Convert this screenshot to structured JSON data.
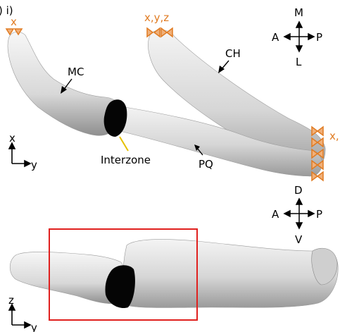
{
  "panel_label": ") i)",
  "labels": {
    "mc": "MC",
    "ch": "CH",
    "interzone": "Interzone",
    "pq": "PQ",
    "x_mark": "x",
    "xyz_mark": "x,y,z",
    "x_right": "x,"
  },
  "compass_top": {
    "up": "M",
    "down": "L",
    "left": "A",
    "right": "P"
  },
  "compass_bottom": {
    "up": "D",
    "down": "V",
    "left": "A",
    "right": "P"
  },
  "axes_top": {
    "vertical": "x",
    "horizontal": "y"
  },
  "axes_bottom": {
    "vertical": "z",
    "horizontal": "y"
  },
  "colors": {
    "accent": "#e07b22",
    "highlight_box": "#e0201e",
    "bone": "#d9d9d9",
    "interzone_line": "#e5c000"
  }
}
